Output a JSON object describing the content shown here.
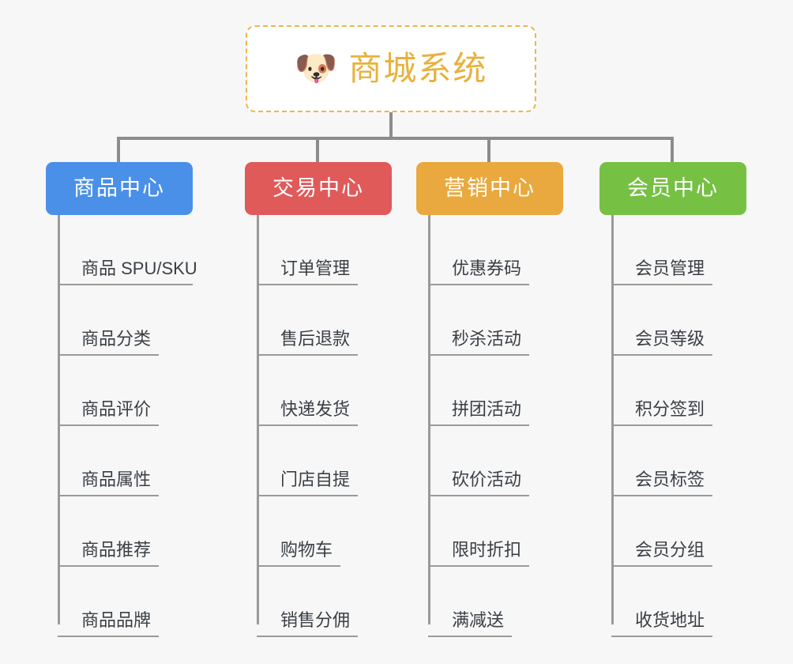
{
  "background_color": "#f7f7f7",
  "root": {
    "icon": "dog-face-icon",
    "emoji": "🐶",
    "title": "商城系统",
    "title_color": "#e8b13c",
    "border_color": "#edb54a",
    "background": "#ffffff"
  },
  "connector_color": "#8c8c8c",
  "columns": [
    {
      "label": "商品中心",
      "color": "#4a90e8",
      "items": [
        "商品 SPU/SKU",
        "商品分类",
        "商品评价",
        "商品属性",
        "商品推荐",
        "商品品牌"
      ]
    },
    {
      "label": "交易中心",
      "color": "#e05a5a",
      "items": [
        "订单管理",
        "售后退款",
        "快递发货",
        "门店自提",
        "购物车",
        "销售分佣"
      ]
    },
    {
      "label": "营销中心",
      "color": "#e9a93e",
      "items": [
        "优惠券码",
        "秒杀活动",
        "拼团活动",
        "砍价活动",
        "限时折扣",
        "满减送"
      ]
    },
    {
      "label": "会员中心",
      "color": "#76c043",
      "items": [
        "会员管理",
        "会员等级",
        "积分签到",
        "会员标签",
        "会员分组",
        "收货地址"
      ]
    }
  ]
}
